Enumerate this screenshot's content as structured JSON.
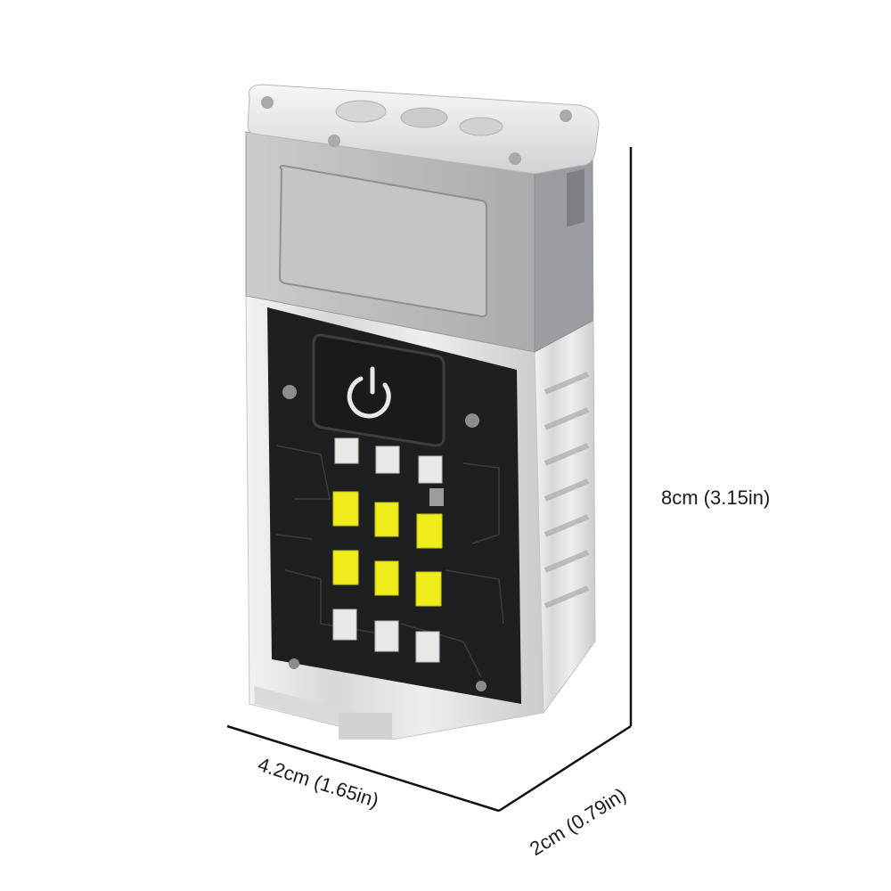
{
  "product": {
    "name": "flashlight",
    "colors": {
      "body_metal": "#b7b9bc",
      "body_metal_dark": "#8f9296",
      "clear_shell": "#e6e8ea",
      "pcb": "#1d1f21",
      "button": "#1a1a1a",
      "power_symbol": "#e8e8e8",
      "led_yellow": "#f0ec1c",
      "led_white": "#e8e8e6",
      "dimension_line": "#111111"
    },
    "power_button": {
      "icon": "power-icon"
    },
    "led_grid": {
      "rows": [
        [
          "white",
          "white",
          "white"
        ],
        [
          "yellow",
          "yellow",
          "yellow"
        ],
        [
          "yellow",
          "yellow",
          "yellow"
        ],
        [
          "white",
          "white",
          "white"
        ]
      ]
    }
  },
  "dimensions": {
    "height_label": "8cm (3.15in)",
    "width_label": "4.2cm (1.65in)",
    "depth_label": "2cm (0.79in)"
  }
}
